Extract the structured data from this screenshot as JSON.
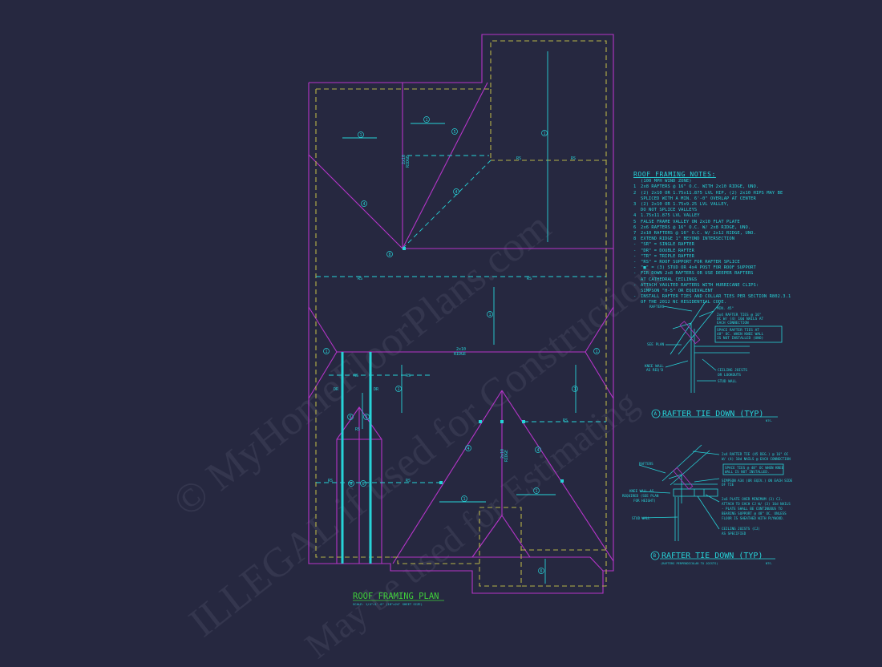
{
  "colors": {
    "background": "#262840",
    "roof_outline": "#b535c8",
    "wall_dashed": "#b7b347",
    "annotation": "#27d3d8",
    "title": "#3fd13a"
  },
  "plan": {
    "title": "ROOF FRAMING PLAN",
    "scale": "SCALE: 1/4\"=1'-0\" (18\"x24\" SHEET SIZE)",
    "labels": {
      "rs": "RS",
      "dr": "DR",
      "ridge_2x10": "2x10",
      "ridge": "RIDGE",
      "hip_2x10": "2x10",
      "hip_tag": "HIP",
      "callout_1": "1",
      "callout_2": "2",
      "callout_3": "3",
      "callout_4": "4",
      "callout_5": "5",
      "callout_6": "6",
      "callout_8": "8"
    }
  },
  "notes": {
    "title": "ROOF FRAMING NOTES:",
    "items": [
      {
        "k": "",
        "t": "(100 MPH WIND ZONE)"
      },
      {
        "k": "1",
        "t": "2x8 RAFTERS @ 16\" O.C. WITH 2x10 RIDGE, UNO."
      },
      {
        "k": "2",
        "t": "(2) 2x10 OR 1.75x11.875 LVL HIP, (2) 2x10 HIPS MAY BE"
      },
      {
        "k": "",
        "t": "SPLICED WITH A MIN. 6'-0\" OVERLAP AT CENTER"
      },
      {
        "k": "3",
        "t": "(2) 2x10 OR 1.75x9.25 LVL VALLEY,"
      },
      {
        "k": "",
        "t": "DO NOT SPLICE VALLEYS"
      },
      {
        "k": "4",
        "t": "1.75x11.875 LVL VALLEY"
      },
      {
        "k": "5",
        "t": "FALSE FRAME VALLEY ON 2x10 FLAT PLATE"
      },
      {
        "k": "6",
        "t": "2x6 RAFTERS @ 16\" O.C. W/ 2x8 RIDGE, UNO."
      },
      {
        "k": "7",
        "t": "2x10 RAFTERS @ 16\" O.C. W/ 2x12 RIDGE, UNO."
      },
      {
        "k": "8",
        "t": "EXTEND RIDGE 1\" BEYOND INTERSECTION"
      },
      {
        "k": "-",
        "t": "\"SR\" = SINGLE RAFTER"
      },
      {
        "k": "-",
        "t": "\"DR\" = DOUBLE RAFTER"
      },
      {
        "k": "-",
        "t": "\"TR\" = TRIPLE RAFTER"
      },
      {
        "k": "-",
        "t": "\"RS\" = ROOF SUPPORT FOR RAFTER SPLICE"
      },
      {
        "k": "-",
        "t": "\"■\" = (3) STUD OR 4x4 POST FOR ROOF SUPPORT"
      },
      {
        "k": "-",
        "t": "FIR DOWN 2x8 RAFTERS OR USE DEEPER RAFTERS"
      },
      {
        "k": "",
        "t": "AT CATHEDRAL CEILINGS"
      },
      {
        "k": "-",
        "t": "ATTACH VAULTED RAFTERS WITH HURRICANE CLIPS:"
      },
      {
        "k": "",
        "t": "SIMPSON \"H-5\" OR EQUIVALENT"
      },
      {
        "k": "-",
        "t": "INSTALL RAFTER TIES AND COLLAR TIES PER SECTION R802.3.1"
      },
      {
        "k": "",
        "t": "OF THE 2012 NC RESIDENTIAL CODE."
      }
    ]
  },
  "detail_a": {
    "marker": "A",
    "title": "RAFTER TIE DOWN (TYP)",
    "nts": "NTS.",
    "labels": {
      "rafters": "RAFTERS",
      "min": "MIN. 45°",
      "ties_1": "2x4 RAFTER TIES @ 16\"",
      "ties_2": "OC W/ (4) 10d NAILS AT",
      "ties_3": "EACH CONNECTION",
      "space_1": "SPACE RAFTER TIES AT",
      "space_2": "48\" OC. WHEN KNEE WALL",
      "space_3": "IS NOT INSTALLED (UNO)",
      "see_plan": "SEE PLAN",
      "knee_1": "KNEE WALL",
      "knee_2": "AS REQ'D",
      "joists_1": "CEILING JOISTS",
      "joists_2": "OR LOOKOUTS",
      "stud": "STUD WALL"
    }
  },
  "detail_b": {
    "marker": "B",
    "title": "RAFTER TIE DOWN (TYP)",
    "subtitle": "(RAFTERS PERPENDICULAR TO JOISTS)",
    "nts": "NTS.",
    "labels": {
      "rafters": "RAFTERS",
      "tie_1": "2x4 RAFTER TIE (45 DEG.) @ 16\" OC",
      "tie_2": "W/ (4) 10d NAILS @ EACH CONNECTION",
      "space_1": "SPACE TIES @ 48\" OC WHEN KNEE",
      "space_2": "WALL IS NOT INSTALLED.",
      "simpson_1": "SIMPSON A34 (OR EQIV.) ON EACH SIDE",
      "simpson_2": "OF TIE",
      "knee_1": "KNEE WALL AS",
      "knee_2": "REQUIRED (SEE PLAN",
      "knee_3": "FOR HEIGHT)",
      "plate_1": "2x6 PLATE OVER MINIMUM (3) CJ.",
      "plate_2": "ATTACH TO EACH CJ W/ (3) 16d NAILS",
      "plate_3": "- PLATE SHALL BE CONTINUOUS TO",
      "plate_4": "BEARING SUPPORT @ 48\" OC. UNLESS",
      "plate_5": "FLOOR IS SHEATHED WITH PLYWOOD.",
      "stud": "STUD WALL",
      "cj_1": "CEILING JOISTS (CJ)",
      "cj_2": "AS SPECIFIED"
    }
  },
  "watermark": {
    "line1": "© MyHomeFloorPlans.com",
    "line2": "ILLEGAL if used for Construction",
    "line3": "May be used for Estimating"
  }
}
